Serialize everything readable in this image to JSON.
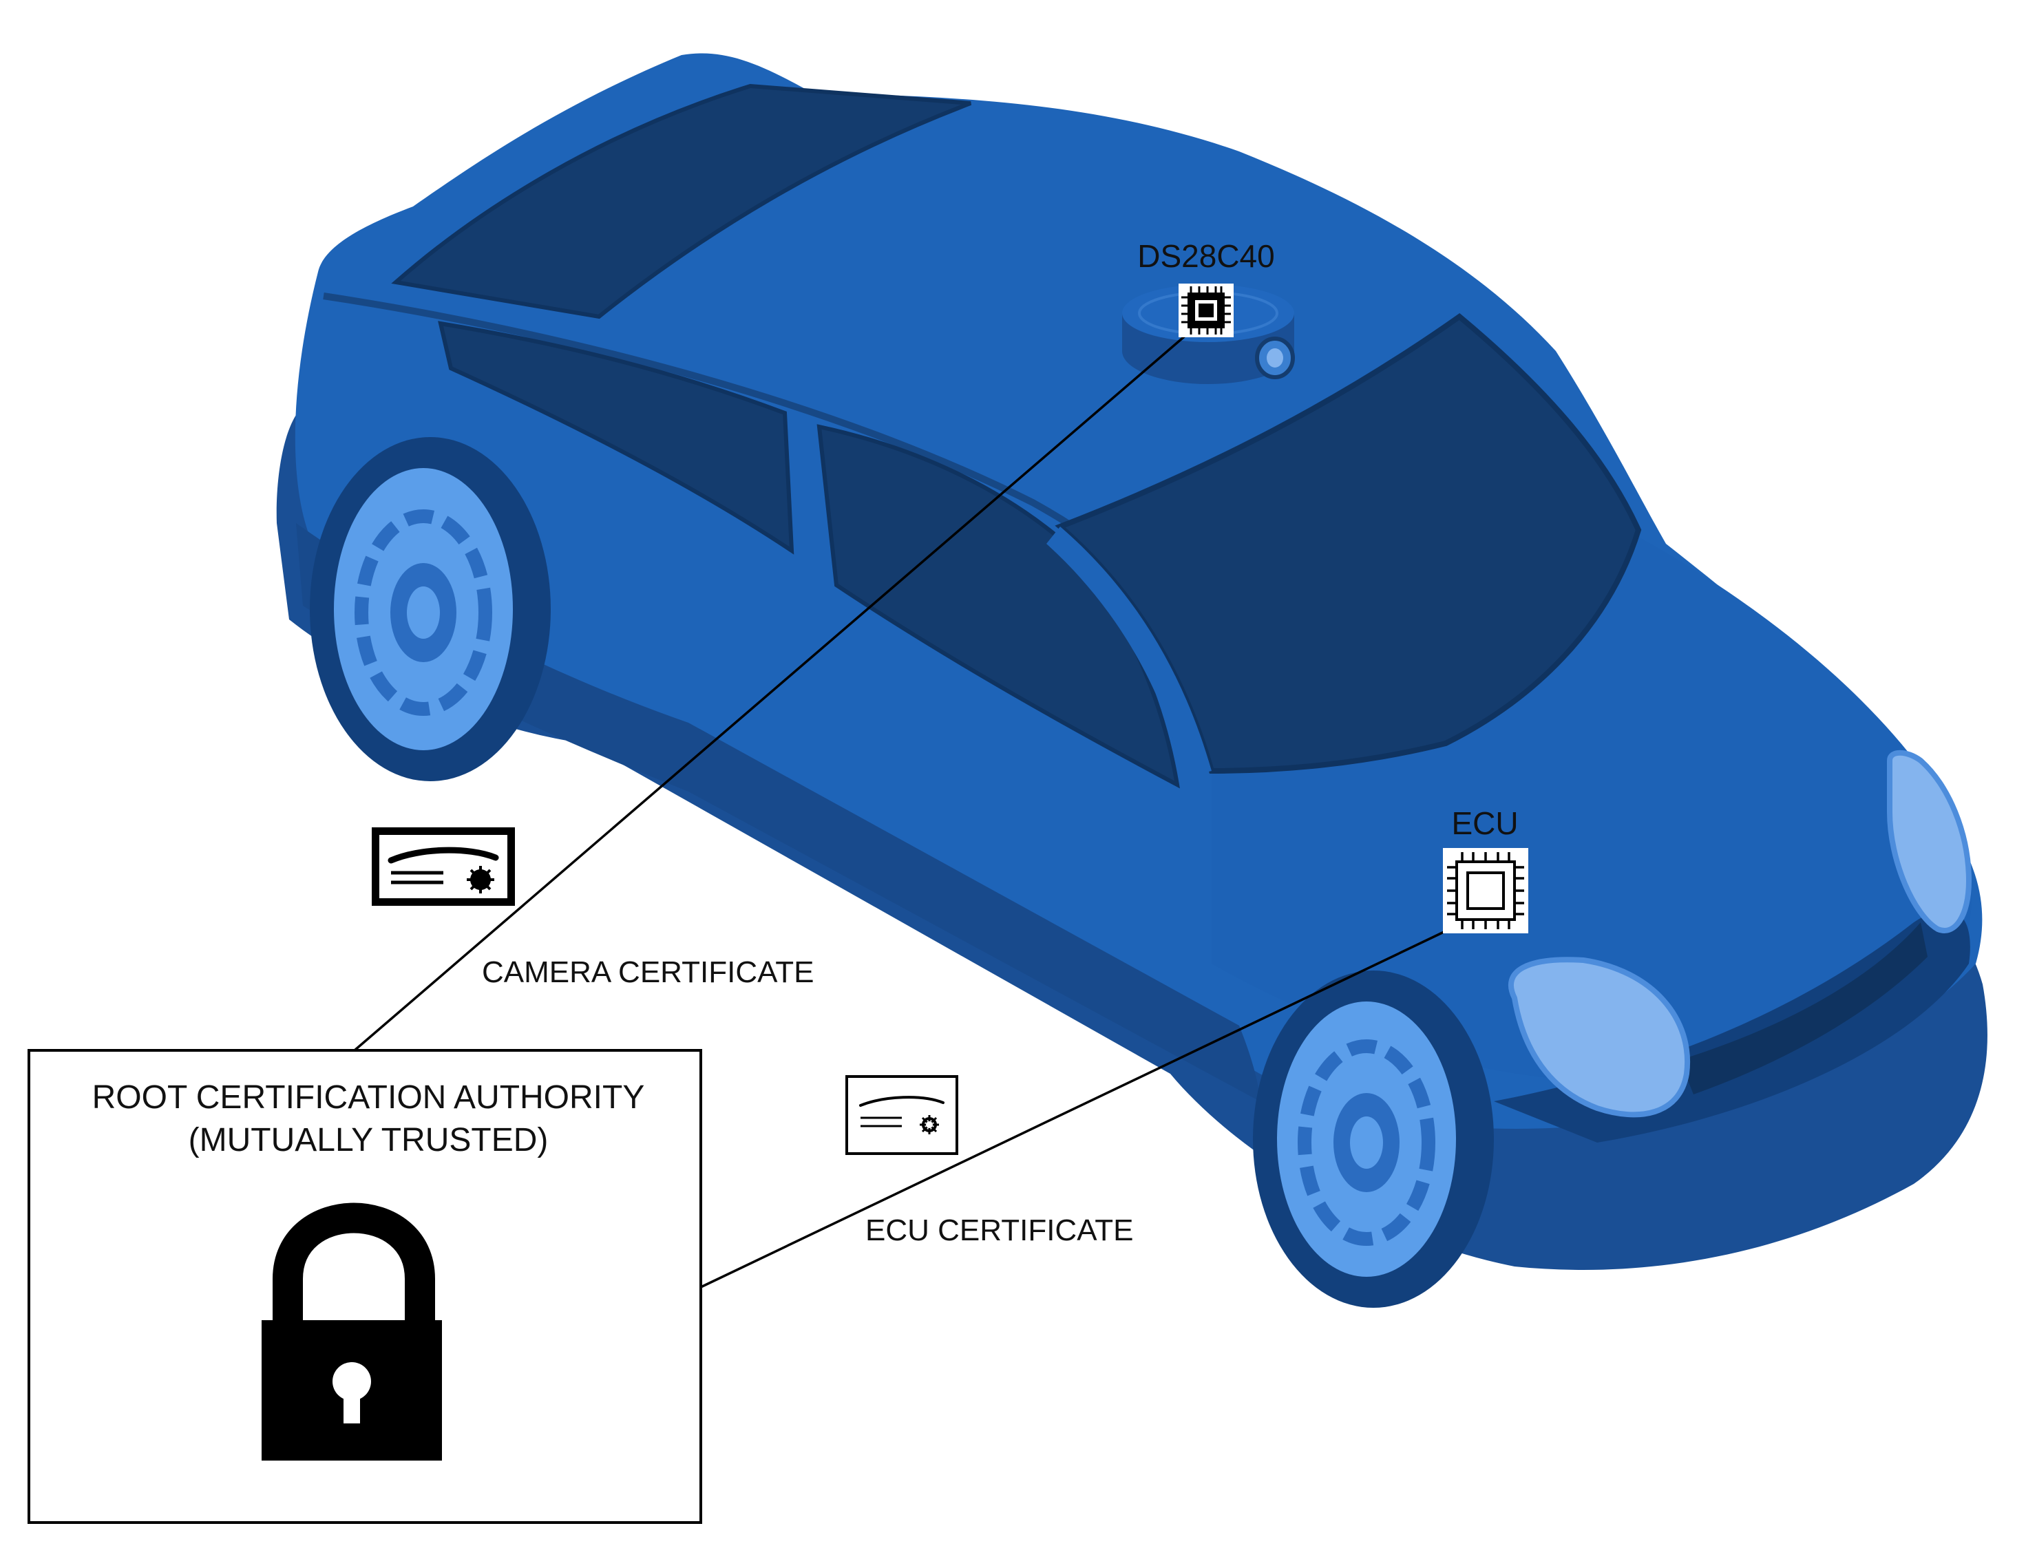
{
  "labels": {
    "chip_top": "DS28C40",
    "chip_ecu": "ECU",
    "camera_certificate": "CAMERA CERTIFICATE",
    "ecu_certificate": "ECU CERTIFICATE",
    "root_ca_line1": "ROOT CERTIFICATION AUTHORITY",
    "root_ca_line2": "(MUTUALLY TRUSTED)"
  },
  "icons": {
    "lock": "lock-icon",
    "certificate": "certificate-icon",
    "chip": "chip-icon"
  },
  "colors": {
    "body": "#1e64b8",
    "body_dark": "#1a4f95",
    "glass": "#143c6e",
    "wheel": "#5b9eea",
    "headlight": "#84b4ee",
    "tire": "#12407c",
    "ink": "#000000"
  }
}
